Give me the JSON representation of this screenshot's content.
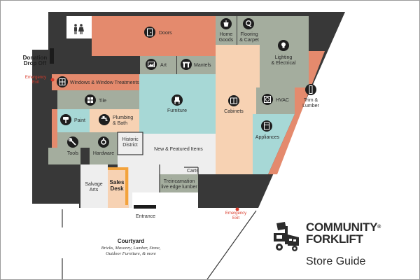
{
  "colors": {
    "salmon": "#e48a6d",
    "sage": "#a4ad9e",
    "teal": "#a7d8d6",
    "peach": "#f7d2b3",
    "light_gray": "#eeeeee",
    "dark": "#383838",
    "emergency_red": "#d83b2b"
  },
  "areas": {
    "doors": "Doors",
    "home_goods": [
      "Home",
      "Goods"
    ],
    "flooring_carpet": [
      "Flooring",
      "& Carpet"
    ],
    "lighting_electrical": [
      "Lighting",
      "& Electrical"
    ],
    "art": "Art",
    "mantels": "Mantels",
    "windows": "Windows & Window Treatments",
    "tile": "Tile",
    "furniture": "Furniture",
    "cabinets": "Cabinets",
    "hvac": "HVAC",
    "trim_lumber": [
      "Trim &",
      "Lumber"
    ],
    "paint": "Paint",
    "plumbing_bath": [
      "Plumbing",
      "& Bath"
    ],
    "appliances": "Appliances",
    "historic_district": [
      "Historic",
      "District"
    ],
    "new_featured": "New & Featured Items",
    "tools": "Tools",
    "hardware": "Hardware",
    "carts": "Carts",
    "salvage_arts": [
      "Salvage",
      "Arts"
    ],
    "sales_desk": [
      "Sales",
      "Desk"
    ],
    "reincarnation": [
      "Treincarnation",
      "live edge lumber"
    ]
  },
  "labels": {
    "donation": [
      "Donation",
      "Drop Off"
    ],
    "emergency_exit": [
      "Emergency",
      "Exit"
    ],
    "entrance": "Entrance",
    "courtyard": "Courtyard",
    "courtyard_desc": [
      "Bricks, Masonry, Lumber, Stone,",
      "Outdoor Furniture, & more"
    ]
  },
  "brand": {
    "name_line1": "COMMUNITY",
    "registered": "®",
    "name_line2": "FORKLIFT",
    "subtitle": "Store Guide"
  },
  "icons": [
    "restroom-icon",
    "door-icon",
    "home-goods-icon",
    "flooring-icon",
    "lighting-icon",
    "art-icon",
    "mantels-icon",
    "windows-icon",
    "tile-icon",
    "furniture-icon",
    "cabinets-icon",
    "hvac-icon",
    "trim-lumber-icon",
    "paint-icon",
    "plumbing-icon",
    "appliances-icon",
    "tools-icon",
    "hardware-icon",
    "forklift-logo"
  ]
}
